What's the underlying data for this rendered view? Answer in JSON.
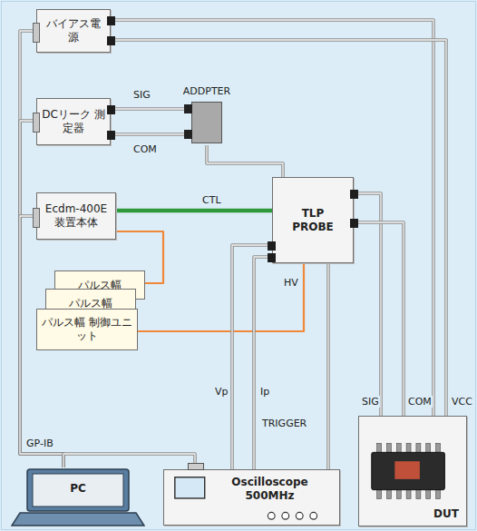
{
  "diagram": {
    "nodes": [
      {
        "text": [
          "バイアス電源"
        ]
      },
      {
        "text": [
          "DCリーク 測定器"
        ]
      },
      {
        "text": [
          "ADDPTER"
        ]
      },
      {
        "text": [
          "Ecdm-400E 装置本体"
        ]
      },
      {
        "text": [
          "TLP PROBE"
        ]
      },
      {
        "text": [
          "パルス幅"
        ]
      },
      {
        "text": [
          "パルス幅"
        ]
      },
      {
        "text": [
          "パルス幅 制御ユニット"
        ]
      },
      {
        "text": [
          "PC"
        ]
      },
      {
        "text": [
          "Oscilloscope 500MHz"
        ]
      },
      {
        "text": [
          "DUT"
        ]
      }
    ],
    "edges": [
      {
        "from": 8,
        "to": 0,
        "arrow": "none"
      },
      {
        "from": 8,
        "to": 1,
        "arrow": "none"
      },
      {
        "from": 8,
        "to": 3,
        "arrow": "none"
      },
      {
        "from": 8,
        "to": 9,
        "arrow": "none"
      },
      {
        "from": 0,
        "to": 10,
        "arrow": "none"
      },
      {
        "from": 0,
        "to": 10,
        "label": "VCC",
        "arrow": "none"
      },
      {
        "from": 1,
        "to": 2,
        "arrow": "none"
      },
      {
        "from": 1,
        "to": 2,
        "arrow": "none"
      },
      {
        "from": 2,
        "to": 4,
        "arrow": "none"
      },
      {
        "from": 3,
        "to": 4,
        "label": "CTL",
        "arrow": "none"
      },
      {
        "from": 3,
        "to": 5,
        "arrow": "none"
      },
      {
        "from": 7,
        "to": 4,
        "label": "HV",
        "arrow": "none"
      },
      {
        "from": 4,
        "to": 9,
        "label": "Vp",
        "arrow": "none"
      },
      {
        "from": 4,
        "to": 9,
        "label": "Ip",
        "arrow": "none"
      },
      {
        "from": 4,
        "to": 9,
        "label": "TRIGGER",
        "arrow": "none"
      },
      {
        "from": 4,
        "to": 10,
        "label": "SIG",
        "arrow": "none"
      },
      {
        "from": 4,
        "to": 10,
        "label": "COM",
        "arrow": "none"
      }
    ],
    "labels": [
      "SIG",
      "COM",
      "GP-IB"
    ]
  }
}
